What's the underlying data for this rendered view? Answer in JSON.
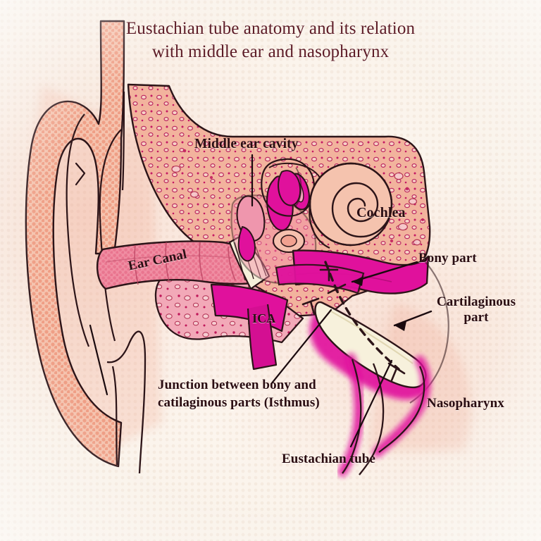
{
  "figure": {
    "title": "Eustachian tube anatomy and its relation with middle ear and nasopharynx",
    "title_line1": "Eustachian tube anatomy and its relation",
    "title_line2": "with middle ear and nasopharynx",
    "type": "anatomical-illustration",
    "subject": "human ear cross-section"
  },
  "labels": {
    "middle_ear_cavity": "Middle ear cavity",
    "cochlea": "Cochlea",
    "bony_part": "Bony part",
    "cartilaginous_part_line1": "Cartilaginous",
    "cartilaginous_part_line2": "part",
    "ear_canal": "Ear Canal",
    "ica": "ICA",
    "junction_line1": "Junction between bony and",
    "junction_line2": "catilaginous parts (Isthmus)",
    "nasopharynx": "Nasopharynx",
    "eustachian_tube": "Eustachian tube"
  },
  "colors": {
    "background": "#fbf4ec",
    "title_text": "#5c1b26",
    "label_text": "#2a0d12",
    "pinna_fill": "#f0a38f",
    "skin_fill": "#f0b49c",
    "bone_fill": "#f4b9a4",
    "ear_canal_fill": "#ef7d94",
    "mucosa_pink": "#ef88a3",
    "magenta": "#e0119c",
    "deep_magenta": "#cc0f8e",
    "tube_lumen": "#f6f0da",
    "outline": "#2c1418"
  },
  "structures": [
    {
      "name": "pinna",
      "label": "",
      "note": "outer ear auricle, halftone salmon"
    },
    {
      "name": "ear-canal",
      "label": "Ear Canal",
      "note": "external auditory canal, rose band"
    },
    {
      "name": "tympanic-membrane",
      "label": "",
      "note": "cream striped eardrum"
    },
    {
      "name": "middle-ear-cavity",
      "label": "Middle ear cavity",
      "note": "air space with ossicles"
    },
    {
      "name": "ossicles",
      "label": "",
      "note": "malleus incus stapes in magenta"
    },
    {
      "name": "semicircular-canals",
      "label": "",
      "note": "magenta loops above cochlea"
    },
    {
      "name": "cochlea",
      "label": "Cochlea",
      "note": "spiral snail shell"
    },
    {
      "name": "bony-part",
      "label": "Bony part",
      "note": "proximal eustachian tube in bone"
    },
    {
      "name": "cartilaginous-part",
      "label": "Cartilaginous part",
      "note": "distal cream tube to nasopharynx"
    },
    {
      "name": "isthmus",
      "label": "Junction between bony and catilaginous parts (Isthmus)",
      "note": "narrowest point"
    },
    {
      "name": "internal-carotid-artery",
      "label": "ICA",
      "note": "magenta vessel band"
    },
    {
      "name": "nasopharynx",
      "label": "Nasopharynx",
      "note": "magenta lined cavity"
    },
    {
      "name": "eustachian-tube",
      "label": "Eustachian tube",
      "note": "whole auditory tube, dashed axis"
    }
  ]
}
